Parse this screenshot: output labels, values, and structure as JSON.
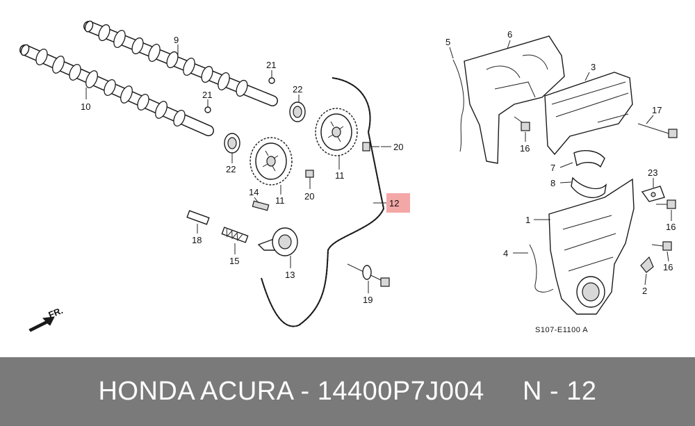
{
  "diagram": {
    "callouts": {
      "c9": "9",
      "c10": "10",
      "c21a": "21",
      "c21b": "21",
      "c22a": "22",
      "c22b": "22",
      "c11a": "11",
      "c11b": "11",
      "c20a": "20",
      "c20b": "20",
      "c14": "14",
      "c12": "12",
      "c18": "18",
      "c15": "15",
      "c13": "13",
      "c19": "19",
      "c5": "5",
      "c6": "6",
      "c3": "3",
      "c17": "17",
      "c16a": "16",
      "c7": "7",
      "c8": "8",
      "c23": "23",
      "c16b": "16",
      "c1": "1",
      "c4": "4",
      "c16c": "16",
      "c2": "2"
    },
    "front_marker": "FR.",
    "diagram_code": "S107-E1100 A",
    "highlight_color": "#f4a7a7"
  },
  "footer": {
    "text": "HONDA ACURA - 14400P7J004     N - 12"
  }
}
